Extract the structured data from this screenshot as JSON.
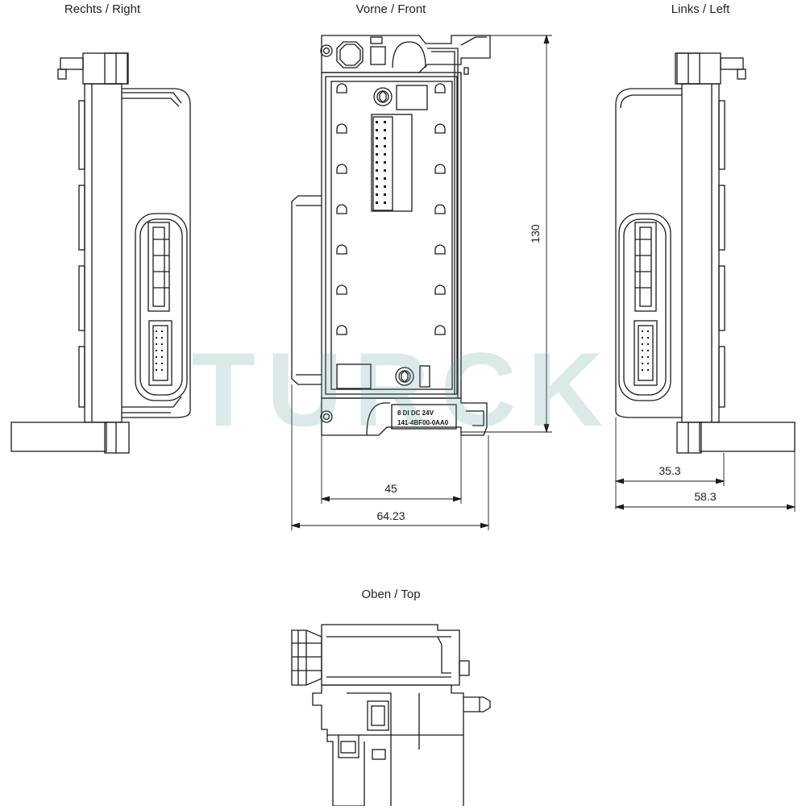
{
  "views": {
    "right": "Rechts / Right",
    "front": "Vorne / Front",
    "left": "Links / Left",
    "top": "Oben / Top"
  },
  "dimensions": {
    "height": "130",
    "front_inner_width": "45",
    "front_total_width": "64.23",
    "left_depth_short": "35.3",
    "left_depth_total": "58.3"
  },
  "module_label": {
    "line1": "8 DI DC 24V",
    "line2": "141-4BF00-0AA0"
  },
  "watermark": "TURCK",
  "colors": {
    "line": "#1a1a1a",
    "watermark": "#5e9ea0"
  }
}
